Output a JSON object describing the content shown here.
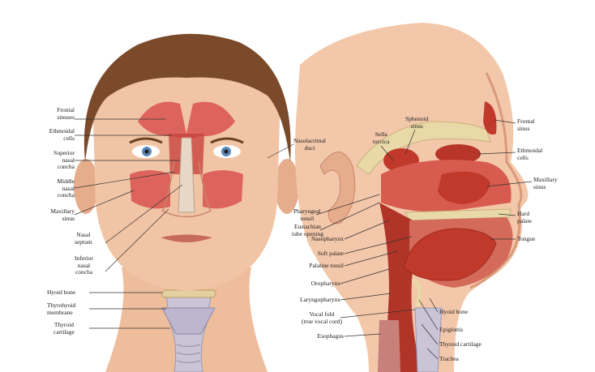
{
  "figure": {
    "labels_left": {
      "frontal_sinuses": [
        "Frontal",
        "sinuses"
      ],
      "ethmoidal_cells": [
        "Ethmoidal",
        "cells"
      ],
      "superior_nasal_concha": [
        "Superior",
        "nasal",
        "concha"
      ],
      "middle_nasal_concha": [
        "Middle",
        "nasal",
        "concha"
      ],
      "maxillary_sinus": [
        "Maxillary",
        "sinus"
      ],
      "nasal_septum": [
        "Nasal",
        "septum"
      ],
      "inferior_nasal_concha": [
        "Inferior",
        "nasal",
        "concha"
      ],
      "hyoid_bone": [
        "Hyoid bone"
      ],
      "thyrohyoid_membrane": [
        "Thyrohyoid",
        "membrane"
      ],
      "thyroid_cartilage": [
        "Thyroid",
        "cartilage"
      ]
    },
    "labels_center": {
      "nasolacrimal_duct": [
        "Nasolacrimal",
        "duct"
      ],
      "pharyngeal_tonsil": [
        "Pharyngeal",
        "tonsil"
      ],
      "eustachian_tube_opening": [
        "Eustachian",
        "tube opening"
      ],
      "sella_turcica": [
        "Sella",
        "turcica"
      ],
      "sphenoid_sinus": [
        "Sphenoid",
        "sinus"
      ],
      "nasopharynx": [
        "Nasopharynx"
      ],
      "soft_palate": [
        "Soft palate"
      ],
      "palatine_tonsil": [
        "Palatine tonsil"
      ],
      "oropharynx": [
        "Oropharynx"
      ],
      "laryngopharynx": [
        "Laryngopharynx"
      ],
      "vocal_fold": [
        "Vocal fold",
        "(true vocal cord)"
      ],
      "esophagus": [
        "Esophagus"
      ]
    },
    "labels_right": {
      "frontal_sinus": [
        "Frontal",
        "sinus"
      ],
      "ethmoidal_cells": [
        "Ethmoidal",
        "cells"
      ],
      "maxillary_sinus": [
        "Maxillary",
        "sinus"
      ],
      "hard_palate": [
        "Hard",
        "palate"
      ],
      "tongue": [
        "Tongue"
      ],
      "hyoid_bone": [
        "Hyoid bone"
      ],
      "epiglottis": [
        "Epiglottis"
      ],
      "thyroid_cartilage": [
        "Thyroid cartilage"
      ],
      "trachea": [
        "Trachea"
      ]
    }
  },
  "colors": {
    "skin": "#f2c4a6",
    "skin_shadow": "#d99a7c",
    "hair": "#7a4a2a",
    "sinus": "#d9534f",
    "mucosa": "#c0392b",
    "bone": "#e9d9a8",
    "cartilage": "#c9c4d6",
    "leader_line": "#333333"
  }
}
